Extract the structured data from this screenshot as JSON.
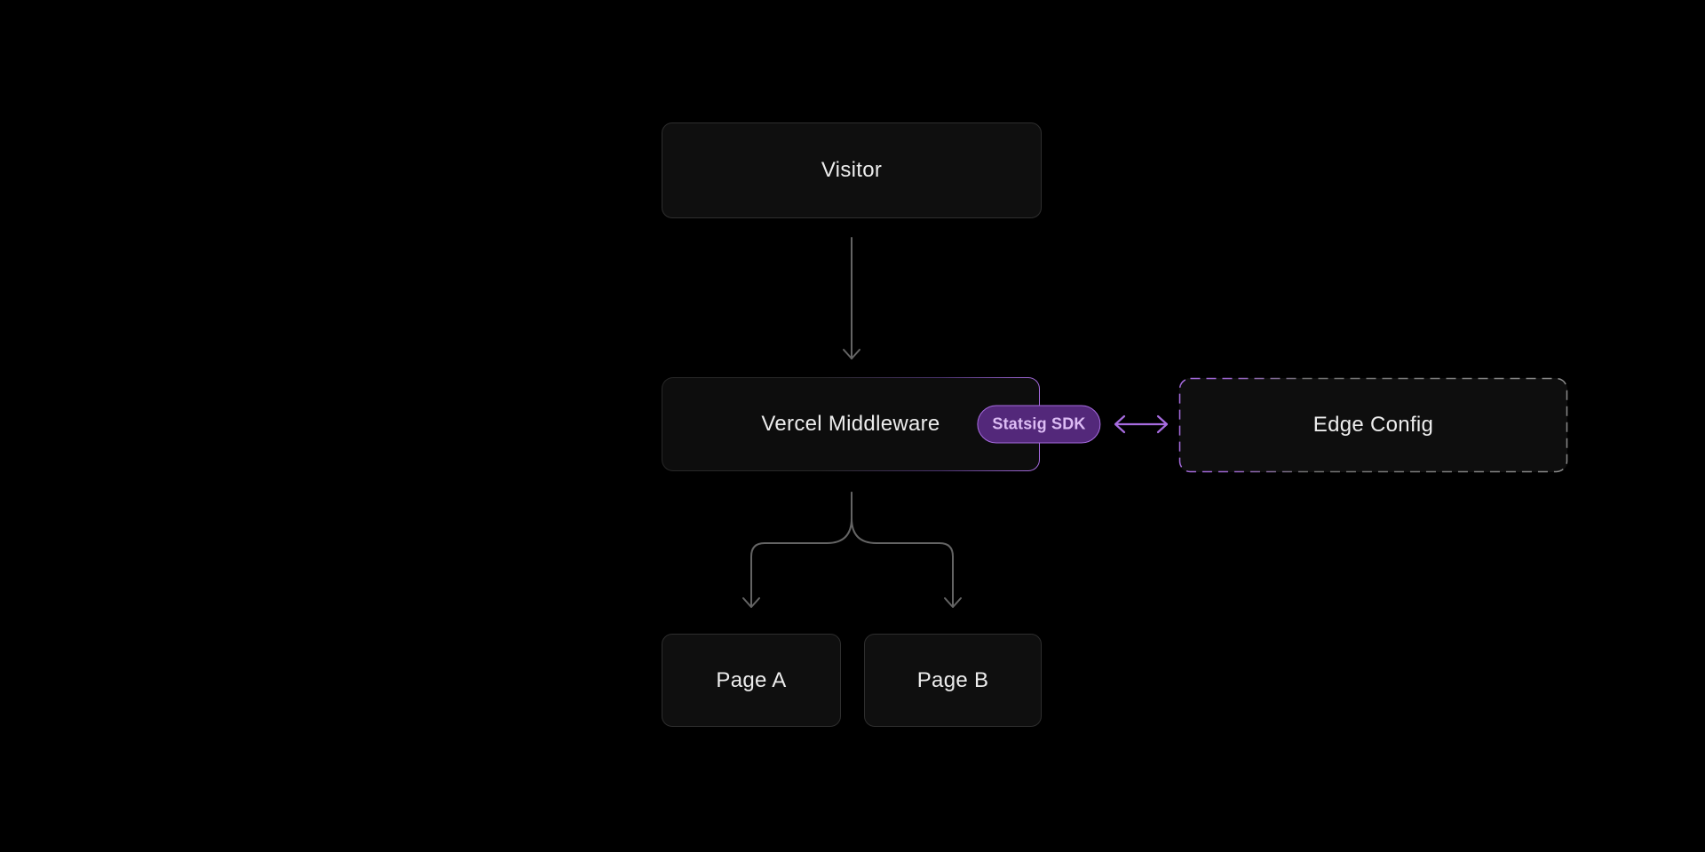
{
  "diagram": {
    "title": "Vercel Middleware feature-flag routing diagram",
    "nodes": {
      "visitor": {
        "label": "Visitor"
      },
      "middleware": {
        "label": "Vercel Middleware"
      },
      "statsig_badge": {
        "label": "Statsig SDK"
      },
      "edge_config": {
        "label": "Edge Config"
      },
      "page_a": {
        "label": "Page A"
      },
      "page_b": {
        "label": "Page B"
      }
    },
    "edges": [
      {
        "from": "visitor",
        "to": "middleware",
        "style": "solid-arrow-down"
      },
      {
        "from": "middleware",
        "to": "edge_config",
        "style": "double-headed-horizontal",
        "color": "purple"
      },
      {
        "from": "middleware",
        "to": "page_a",
        "style": "forked-arrow-down"
      },
      {
        "from": "middleware",
        "to": "page_b",
        "style": "forked-arrow-down"
      }
    ],
    "colors": {
      "background": "#000000",
      "node_fill": "#0f0f0f",
      "node_border": "#2e2e2e",
      "label_color": "#ededed",
      "connector_gray": "#646464",
      "accent_purple": "#a76ce0",
      "badge_fill": "#53287a",
      "badge_text": "#dcbcf4",
      "dash_gray": "#8a8a8a"
    }
  }
}
